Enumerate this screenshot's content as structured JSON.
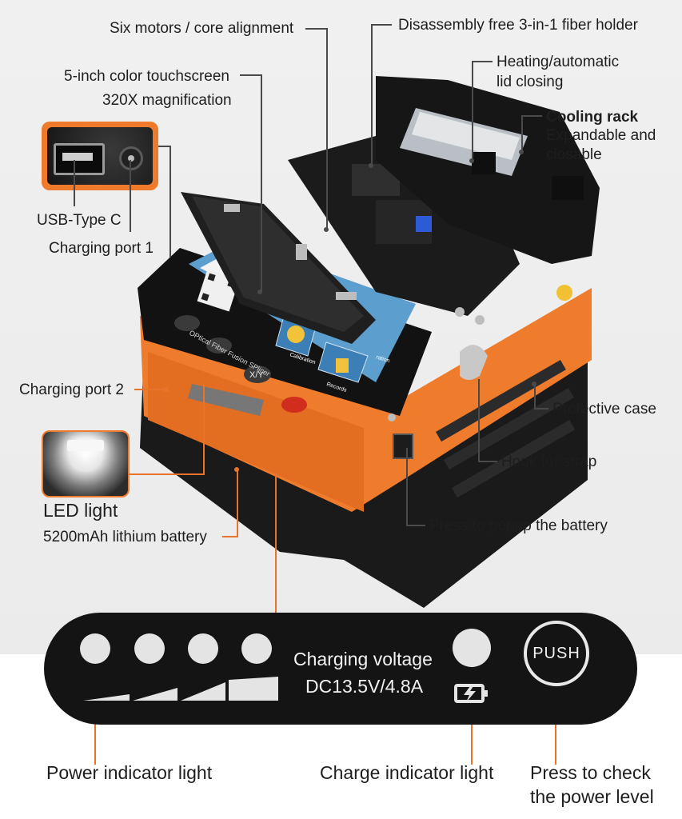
{
  "callouts": {
    "six_motors": "Six motors / core alignment",
    "fiber_holder": "Disassembly free 3-in-1 fiber holder",
    "touchscreen": "5-inch color touchscreen",
    "magnification": "320X magnification",
    "heating_line1": "Heating/automatic",
    "heating_line2": "lid closing",
    "cooling_title": "Cooling rack",
    "cooling_line1": "Expandable and",
    "cooling_line2": "closable",
    "usb": "USB-Type C",
    "charging_port_1": "Charging port 1",
    "charging_port_2": "Charging port 2",
    "protective_case": "Protective case",
    "hook": "Hook for strap",
    "led_light": "LED light",
    "battery": "5200mAh lithium battery",
    "press_popup": "Press to popup the battery"
  },
  "device": {
    "screen_label_calibration": "Calibration",
    "screen_label_records": "Records",
    "screen_label_partial": "ration",
    "brand_text": "OPtical Fiber Fusion SPlicer",
    "key_xy": "X/Y"
  },
  "battery_panel": {
    "charging_voltage_label": "Charging voltage",
    "charging_voltage_value": "DC13.5V/4.8A",
    "push_label": "PUSH",
    "power_indicator": "Power indicator light",
    "charge_indicator": "Charge indicator light",
    "press_check_line1": "Press to check",
    "press_check_line2": "the power level"
  },
  "colors": {
    "accent_orange": "#e8742c",
    "panel_black": "#141414",
    "device_orange": "#f07a2b"
  }
}
